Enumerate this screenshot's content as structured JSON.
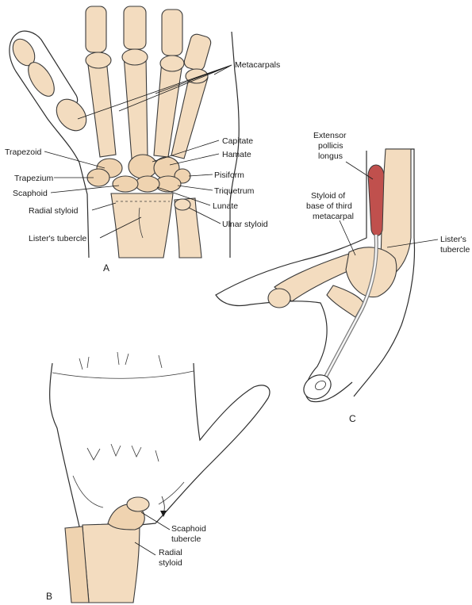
{
  "panels": {
    "a": "A",
    "b": "B",
    "c": "C"
  },
  "panel_a_labels": {
    "metacarpals": "Metacarpals",
    "capitate": "Capitate",
    "hamate": "Hamate",
    "trapezoid": "Trapezoid",
    "trapezium": "Trapezium",
    "pisiform": "Pisiform",
    "scaphoid": "Scaphoid",
    "triquetrum": "Triquetrum",
    "radial_styloid": "Radial styloid",
    "lunate": "Lunate",
    "ulnar_styloid": "Ulnar styloid",
    "listers_tubercle": "Lister's tubercle"
  },
  "panel_b_labels": {
    "scaphoid_tubercle": [
      "Scaphoid",
      "tubercle"
    ],
    "radial_styloid": [
      "Radial",
      "styloid"
    ]
  },
  "panel_c_labels": {
    "epl": [
      "Extensor",
      "pollicis",
      "longus"
    ],
    "styloid_third_metacarpal": [
      "Styloid of",
      "base of third",
      "metacarpal"
    ],
    "listers_tubercle": [
      "Lister's",
      "tubercle"
    ]
  },
  "colors": {
    "bone_fill": "#f3dcbf",
    "tendon_red": "#c0504d",
    "outline": "#2e2e2e"
  }
}
